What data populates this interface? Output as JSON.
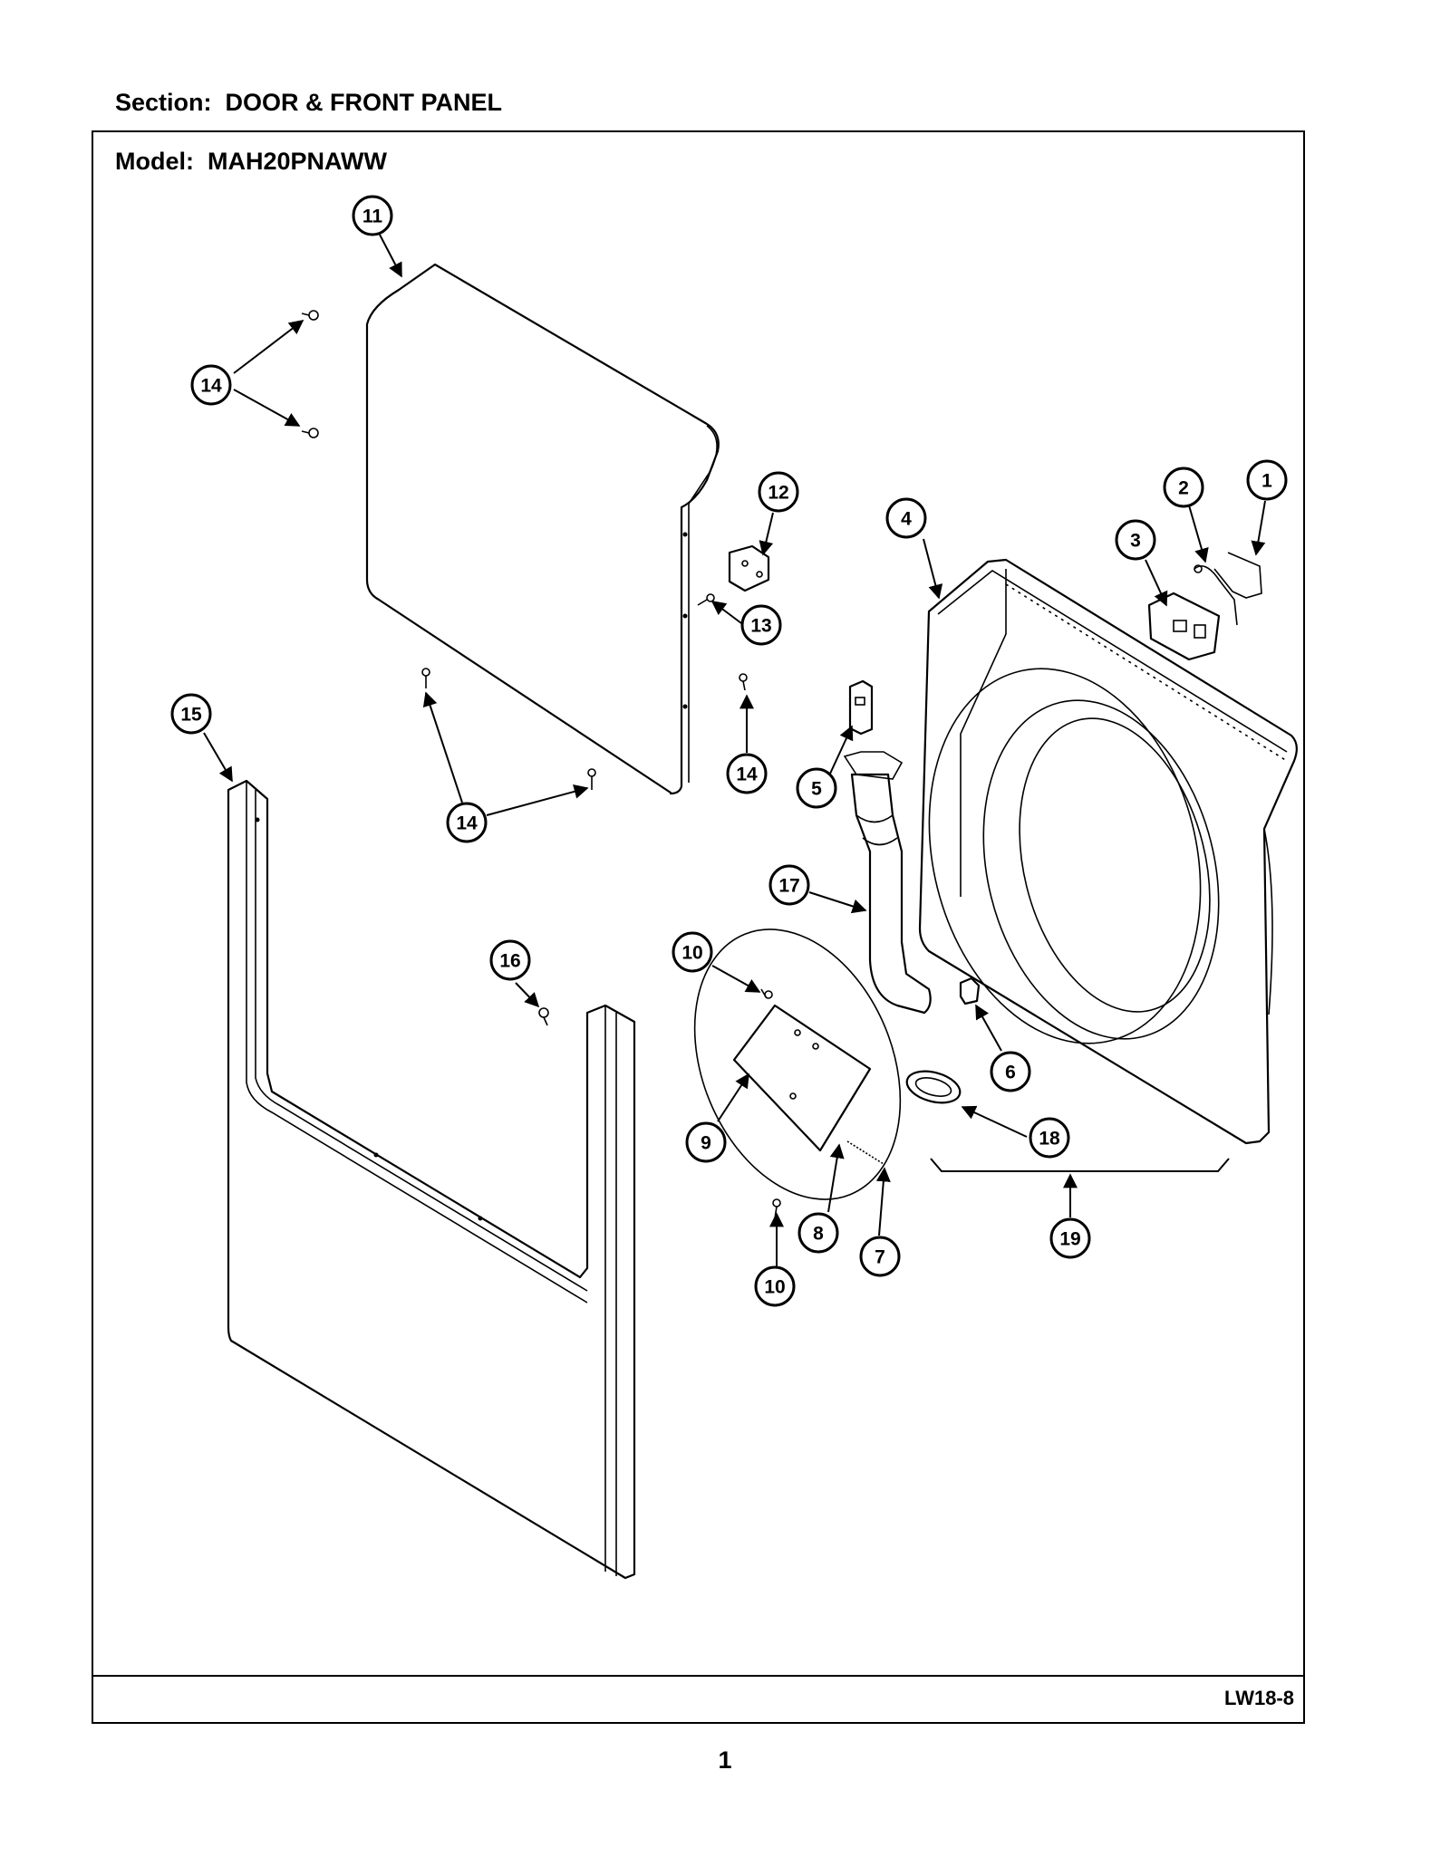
{
  "header": {
    "section_label": "Section:  DOOR & FRONT PANEL",
    "model_label": "Model:  MAH20PNAWW"
  },
  "footer": {
    "page_code": "LW18-8",
    "page_number": "1"
  },
  "callouts": [
    {
      "id": "c11",
      "number": "11"
    },
    {
      "id": "c14a",
      "number": "14"
    },
    {
      "id": "c12",
      "number": "12"
    },
    {
      "id": "c13",
      "number": "13"
    },
    {
      "id": "c2",
      "number": "2"
    },
    {
      "id": "c1",
      "number": "1"
    },
    {
      "id": "c4",
      "number": "4"
    },
    {
      "id": "c3",
      "number": "3"
    },
    {
      "id": "c15",
      "number": "15"
    },
    {
      "id": "c14b",
      "number": "14"
    },
    {
      "id": "c5",
      "number": "5"
    },
    {
      "id": "c14c",
      "number": "14"
    },
    {
      "id": "c17",
      "number": "17"
    },
    {
      "id": "c16",
      "number": "16"
    },
    {
      "id": "c10a",
      "number": "10"
    },
    {
      "id": "c6",
      "number": "6"
    },
    {
      "id": "c18",
      "number": "18"
    },
    {
      "id": "c9",
      "number": "9"
    },
    {
      "id": "c19",
      "number": "19"
    },
    {
      "id": "c8",
      "number": "8"
    },
    {
      "id": "c7",
      "number": "7"
    },
    {
      "id": "c10b",
      "number": "10"
    }
  ]
}
